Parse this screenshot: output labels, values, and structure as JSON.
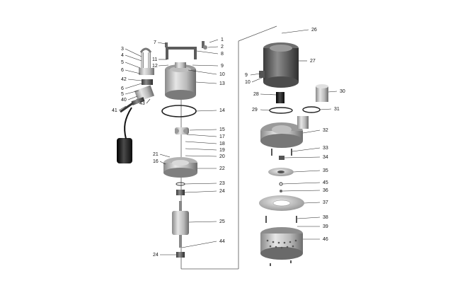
{
  "diagram": {
    "type": "exploded-parts-view",
    "colors": {
      "metal": "#c8c8c8",
      "dark": "#6e6e6e",
      "black": "#1b1b1b",
      "line": "#222222"
    },
    "left_labels": [
      {
        "id": "L1",
        "text": "1"
      },
      {
        "id": "L2",
        "text": "2"
      },
      {
        "id": "L3",
        "text": "3"
      },
      {
        "id": "L4",
        "text": "4"
      },
      {
        "id": "L5a",
        "text": "5"
      },
      {
        "id": "L5b",
        "text": "5"
      },
      {
        "id": "L6a",
        "text": "6"
      },
      {
        "id": "L6b",
        "text": "6"
      },
      {
        "id": "L7",
        "text": "7"
      },
      {
        "id": "L8",
        "text": "8"
      },
      {
        "id": "L9",
        "text": "9"
      },
      {
        "id": "L10",
        "text": "10"
      },
      {
        "id": "L11",
        "text": "11"
      },
      {
        "id": "L12",
        "text": "12"
      },
      {
        "id": "L13",
        "text": "13"
      },
      {
        "id": "L14",
        "text": "14"
      },
      {
        "id": "L15",
        "text": "15"
      },
      {
        "id": "L16",
        "text": "16"
      },
      {
        "id": "L17",
        "text": "17"
      },
      {
        "id": "L18",
        "text": "18"
      },
      {
        "id": "L19",
        "text": "19"
      },
      {
        "id": "L20",
        "text": "20"
      },
      {
        "id": "L21",
        "text": "21"
      },
      {
        "id": "L22",
        "text": "22"
      },
      {
        "id": "L23",
        "text": "23"
      },
      {
        "id": "L24a",
        "text": "24"
      },
      {
        "id": "L24b",
        "text": "24"
      },
      {
        "id": "L25",
        "text": "25"
      },
      {
        "id": "L40",
        "text": "40"
      },
      {
        "id": "L41",
        "text": "41"
      },
      {
        "id": "L42",
        "text": "42"
      },
      {
        "id": "L43",
        "text": "43"
      },
      {
        "id": "L44",
        "text": "44"
      }
    ],
    "right_labels": [
      {
        "id": "R9",
        "text": "9"
      },
      {
        "id": "R10",
        "text": "10"
      },
      {
        "id": "R26",
        "text": "26"
      },
      {
        "id": "R27",
        "text": "27"
      },
      {
        "id": "R28",
        "text": "28"
      },
      {
        "id": "R29",
        "text": "29"
      },
      {
        "id": "R30",
        "text": "30"
      },
      {
        "id": "R31",
        "text": "31"
      },
      {
        "id": "R32",
        "text": "32"
      },
      {
        "id": "R33",
        "text": "33"
      },
      {
        "id": "R34",
        "text": "34"
      },
      {
        "id": "R35",
        "text": "35"
      },
      {
        "id": "R36",
        "text": "36"
      },
      {
        "id": "R37",
        "text": "37"
      },
      {
        "id": "R38",
        "text": "38"
      },
      {
        "id": "R39",
        "text": "39"
      },
      {
        "id": "R45",
        "text": "45"
      },
      {
        "id": "R46",
        "text": "46"
      }
    ]
  }
}
